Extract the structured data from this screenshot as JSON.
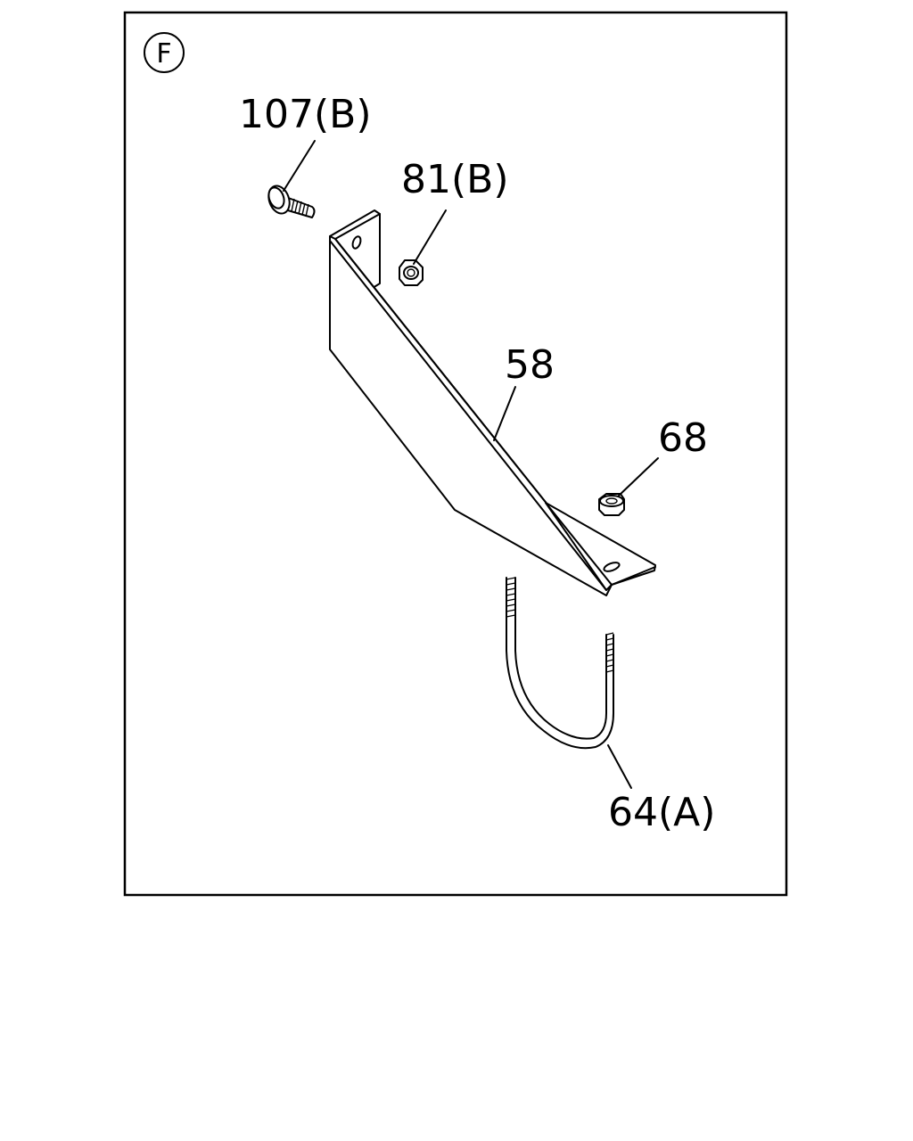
{
  "view_label": "F",
  "parts": [
    {
      "callout": "107(B)",
      "icon": "flange-bolt-icon"
    },
    {
      "callout": "81(B)",
      "icon": "nut-icon"
    },
    {
      "callout": "58",
      "icon": "bracket-icon"
    },
    {
      "callout": "68",
      "icon": "nut-icon"
    },
    {
      "callout": "64(A)",
      "icon": "u-bolt-icon"
    }
  ]
}
